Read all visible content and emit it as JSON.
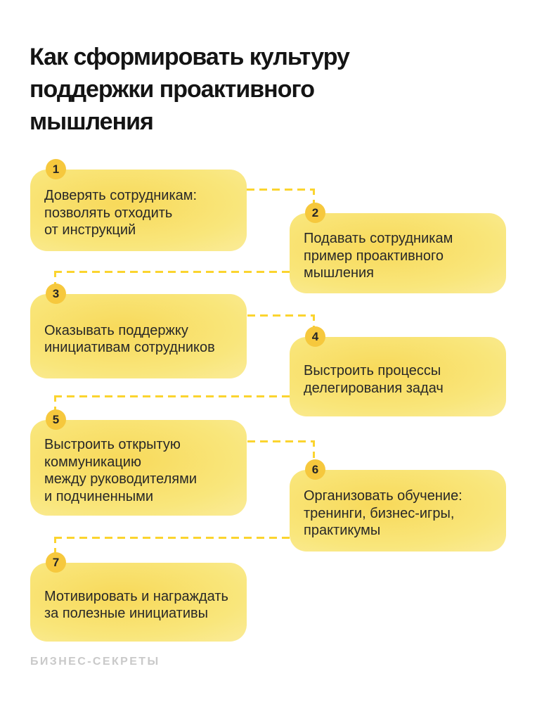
{
  "page": {
    "title": "Как сформировать культуру\nподдержки проактивного\nмышления",
    "footer_brand": "БИЗНЕС-СЕКРЕТЫ"
  },
  "steps": [
    {
      "number": "1",
      "text": "Доверять сотрудникам:\nпозволять отходить\nот инструкций"
    },
    {
      "number": "2",
      "text": "Подавать сотрудникам\nпример проактивного\nмышления"
    },
    {
      "number": "3",
      "text": "Оказывать поддержку\nинициативам сотрудников"
    },
    {
      "number": "4",
      "text": "Выстроить процессы\nделегирования задач"
    },
    {
      "number": "5",
      "text": "Выстроить открытую\nкоммуникацию\nмежду руководителями\nи подчиненными"
    },
    {
      "number": "6",
      "text": "Организовать обучение:\nтренинги, бизнес-игры,\nпрактикумы"
    },
    {
      "number": "7",
      "text": "Мотивировать и награждать\nза полезные инициативы"
    }
  ],
  "colors": {
    "badge_yellow": "#F6C83D",
    "connector_yellow": "#FBD42F",
    "card_glow": "#F8D95A",
    "card_mid": "#F9E67B",
    "card_base": "#FBF2AB",
    "title_text": "#141414",
    "body_text": "#282828",
    "footer_text": "#C9C9C9",
    "background": "#FFFFFF"
  }
}
